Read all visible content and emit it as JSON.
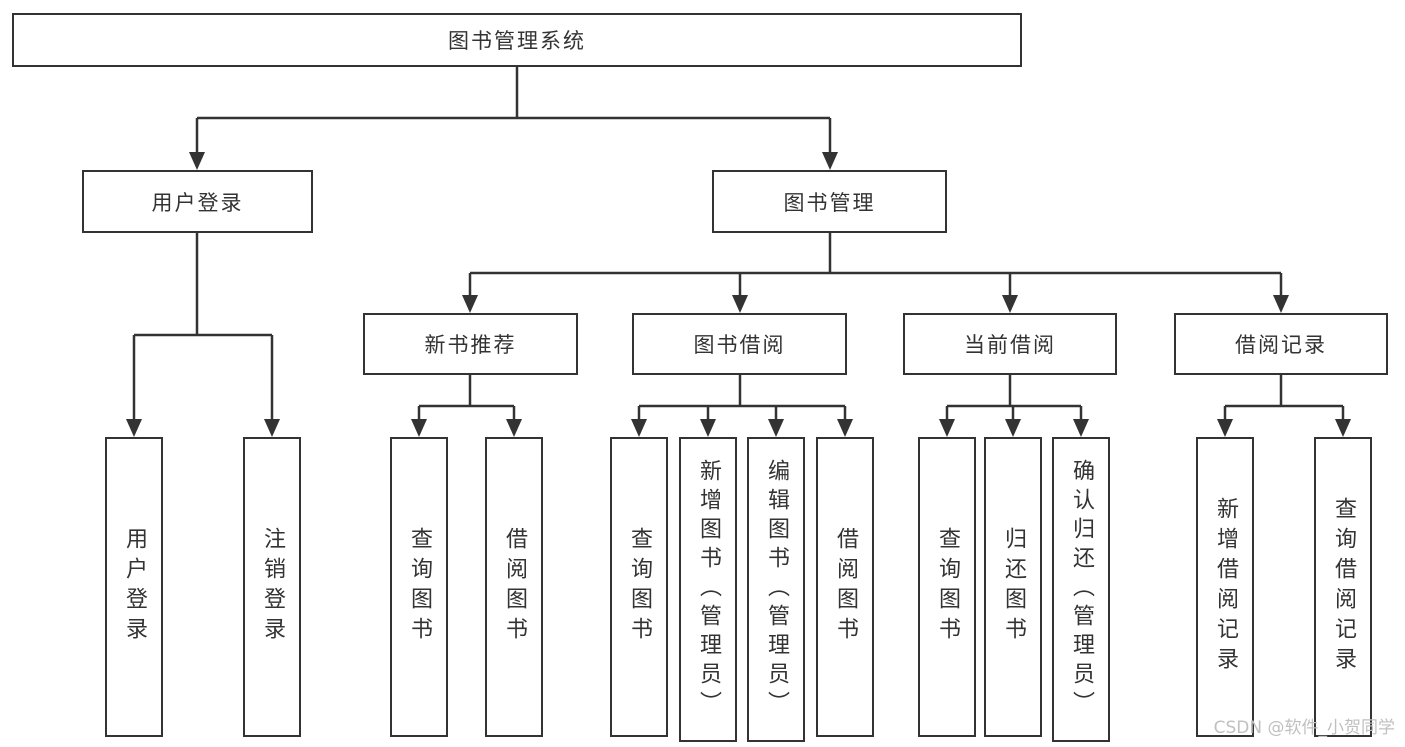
{
  "diagram": {
    "background": "#ffffff",
    "line_color": "#333333",
    "text_color": "#333333",
    "watermark": {
      "text": "CSDN @软件_小贺同学",
      "color": "#c0c0c0"
    },
    "tree": {
      "label": "图书管理系统",
      "children": [
        {
          "label": "用户登录",
          "children": [
            {
              "label": "用户登录"
            },
            {
              "label": "注销登录"
            }
          ]
        },
        {
          "label": "图书管理",
          "children": [
            {
              "label": "新书推荐",
              "children": [
                {
                  "label": "查询图书"
                },
                {
                  "label": "借阅图书"
                }
              ]
            },
            {
              "label": "图书借阅",
              "children": [
                {
                  "label": "查询图书"
                },
                {
                  "label": "新增图书（管理员）"
                },
                {
                  "label": "编辑图书（管理员）"
                },
                {
                  "label": "借阅图书"
                }
              ]
            },
            {
              "label": "当前借阅",
              "children": [
                {
                  "label": "查询图书"
                },
                {
                  "label": "归还图书"
                },
                {
                  "label": "确认归还（管理员）"
                }
              ]
            },
            {
              "label": "借阅记录",
              "children": [
                {
                  "label": "新增借阅记录"
                },
                {
                  "label": "查询借阅记录"
                }
              ]
            }
          ]
        }
      ]
    }
  }
}
